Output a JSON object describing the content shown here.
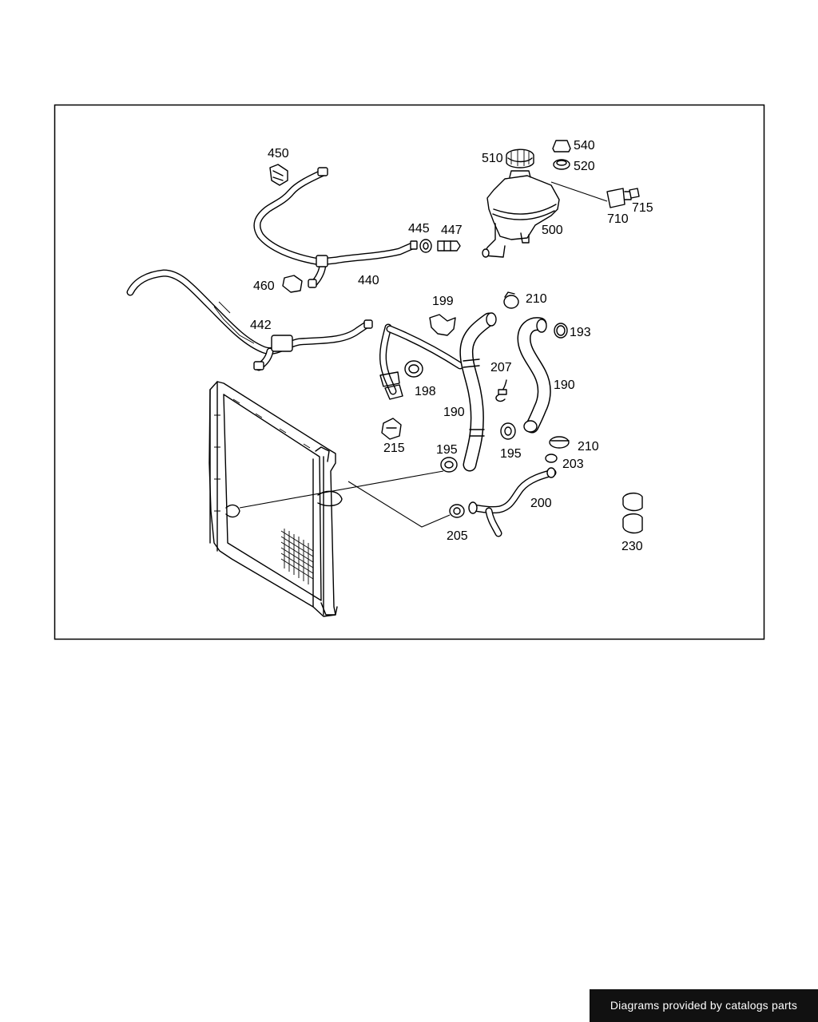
{
  "diagram": {
    "labels": {
      "p450": "450",
      "p540": "540",
      "p510": "510",
      "p520": "520",
      "p715": "715",
      "p710": "710",
      "p500": "500",
      "p445": "445",
      "p447": "447",
      "p460": "460",
      "p440": "440",
      "p442": "442",
      "p199": "199",
      "p210a": "210",
      "p193": "193",
      "p207": "207",
      "p198": "198",
      "p190a": "190",
      "p190b": "190",
      "p215": "215",
      "p195a": "195",
      "p195b": "195",
      "p210b": "210",
      "p203": "203",
      "p200": "200",
      "p205": "205",
      "p230": "230"
    }
  },
  "footer": {
    "credit": "Diagrams provided by catalogs parts",
    "background": "#111111",
    "text_color": "#ffffff"
  }
}
